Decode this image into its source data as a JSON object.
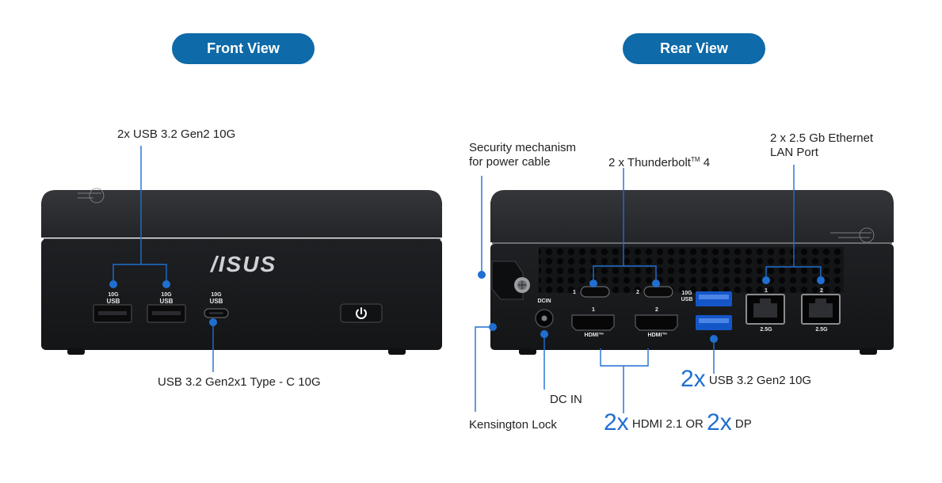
{
  "views": {
    "front_title": "Front View",
    "rear_title": "Rear View"
  },
  "front": {
    "brand_logo": "/ISUS",
    "usb_a_label": "2x USB 3.2 Gen2 10G",
    "usb_c_label": "USB 3.2 Gen2x1 Type - C 10G",
    "port_tag_10g": "10G",
    "port_tag_usb": "USB",
    "icons": [
      "power-icon",
      "usb-a-port-icon",
      "usb-c-port-icon"
    ]
  },
  "rear": {
    "security_label_line1": "Security mechanism",
    "security_label_line2": "for power cable",
    "thunderbolt_label": "2 x Thunderbolt",
    "thunderbolt_tm": "TM",
    "thunderbolt_version": "4",
    "ethernet_label_line1": "2 x 2.5 Gb Ethernet",
    "ethernet_label_line2": "LAN Port",
    "dcin_label": "DC IN",
    "kensington_label": "Kensington Lock",
    "usb_prefix": "2x",
    "usb_label": "USB 3.2 Gen2 10G",
    "hdmi_prefix": "2x",
    "hdmi_label": "HDMI 2.1 OR",
    "dp_prefix": "2x",
    "dp_label": "DP",
    "port_text": {
      "dcin": "DCIN",
      "hdmi": "HDMI™",
      "lan_speed": "2.5G",
      "num1": "1",
      "num2": "2",
      "usb_10g": "10G",
      "usb": "USB"
    }
  },
  "colors": {
    "pill": "#0e6aa8",
    "callout_line": "#1f6fd1",
    "device_body": "#1b1d20",
    "device_top": "#2a2c30"
  }
}
